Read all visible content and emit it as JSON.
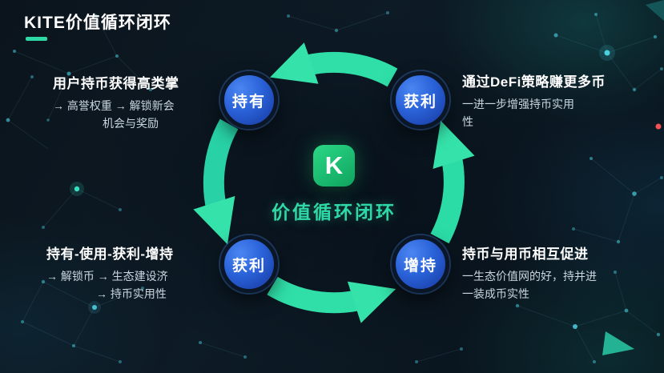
{
  "title": {
    "text": "KITE价值循环闭环"
  },
  "center": {
    "logo_letter": "K",
    "label": "价值循环闭环"
  },
  "diagram": {
    "nodes": [
      {
        "id": "hold",
        "label": "持有"
      },
      {
        "id": "profit-top",
        "label": "获利"
      },
      {
        "id": "profit-bottom",
        "label": "获利"
      },
      {
        "id": "increase",
        "label": "增持"
      }
    ],
    "flow": "持有 → 获利 → 增持 → 获利 → 持有"
  },
  "blocks": [
    {
      "heading": "用户持币获得高类掌",
      "lines": [
        "→ 高誉权重 → 解锁新会",
        "机会与奖励"
      ]
    },
    {
      "heading": "通过DeFi策略赚更多币",
      "lines": [
        "一进一步增强持币实用",
        "性"
      ]
    },
    {
      "heading": "持有-使用-获利-增持",
      "lines": [
        "→ 解锁币 → 生态建设济",
        "→ 持币实用性"
      ]
    },
    {
      "heading": "持币与用币相互促进",
      "lines": [
        "一生态价值网的好，持并进",
        "一装成币实性"
      ]
    }
  ],
  "colors": {
    "accent_teal": "#2fd9a6",
    "arrow_teal": "#2dd8a6",
    "node_blue": "#2a62d8",
    "logo_green": "#1ec878",
    "background": "#0b1520",
    "heading_white": "#ffffff",
    "body_text": "#c9d6e0",
    "alert_red": "#ff5555"
  }
}
